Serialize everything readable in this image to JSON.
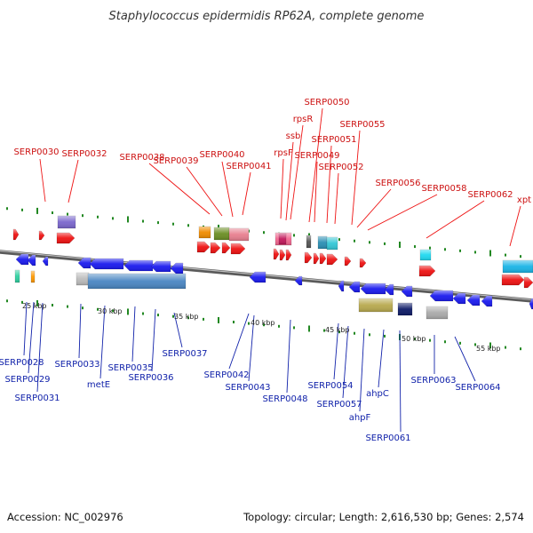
{
  "title": "Staphylococcus epidermidis RP62A, complete genome",
  "footer": {
    "accession": "Accession: NC_002976",
    "topology": "Topology: circular; Length: 2,616,530 bp; Genes: 2,574"
  },
  "scale_labels": [
    "25 kbp",
    "30 kbp",
    "35 kbp",
    "40 kbp",
    "45 kbp",
    "50 kbp",
    "55 kbp"
  ],
  "top_labels": [
    "SERP0030",
    "SERP0032",
    "SERP0038",
    "SERP0039",
    "SERP0040",
    "SERP0041",
    "rpsF",
    "ssb",
    "rpsR",
    "SERP0050",
    "SERP0049",
    "SERP0051",
    "SERP0052",
    "SERP0055",
    "SERP0056",
    "SERP0058",
    "SERP0062",
    "xpt"
  ],
  "bottom_labels": [
    "SERP0028",
    "SERP0029",
    "SERP0031",
    "SERP0033",
    "metE",
    "SERP0035",
    "SERP0036",
    "SERP0037",
    "SERP0042",
    "SERP0043",
    "SERP0048",
    "SERP0054",
    "SERP0057",
    "ahpF",
    "ahpC",
    "SERP0061",
    "SERP0063",
    "SERP0064"
  ],
  "colors": {
    "forward_gene": "#ee1111",
    "reverse_gene": "#1a1aee",
    "top_label": "#cc1111",
    "bottom_label": "#1122aa",
    "tick": "#228822",
    "backbone": "#777777"
  }
}
